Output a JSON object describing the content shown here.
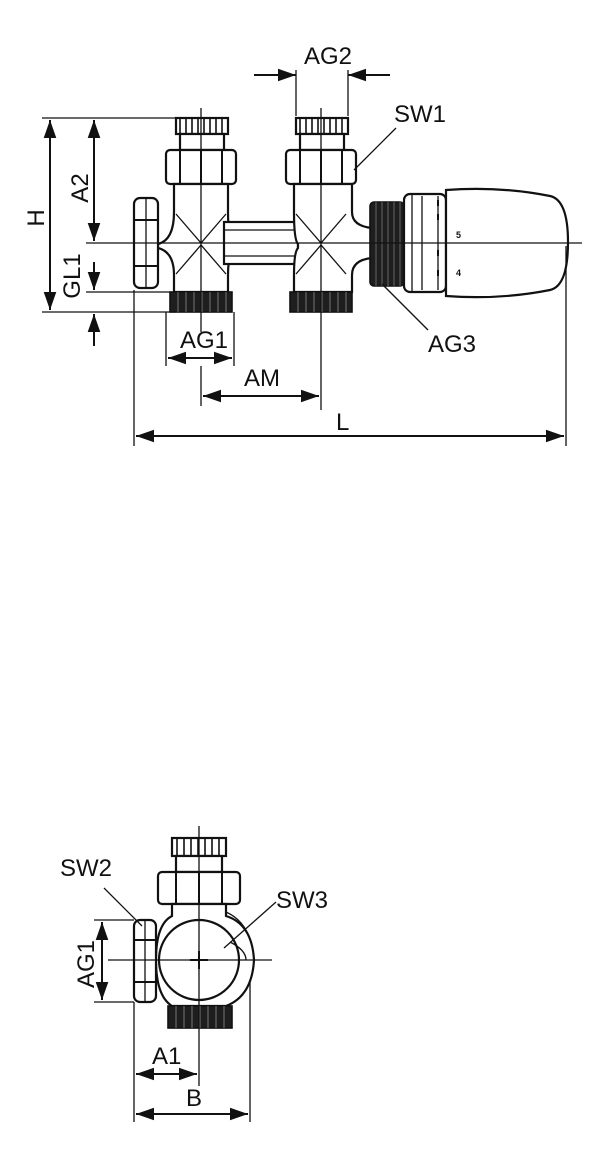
{
  "labels": {
    "ag2": "AG2",
    "sw1": "SW1",
    "h": "H",
    "a2": "A2",
    "gl1": "GL1",
    "ag1_top": "AG1",
    "am": "AM",
    "ag3": "AG3",
    "l": "L",
    "sw2": "SW2",
    "sw3": "SW3",
    "ag1_side": "AG1",
    "a1": "A1",
    "b": "B"
  },
  "thermostat_scale": [
    "5",
    "4"
  ]
}
